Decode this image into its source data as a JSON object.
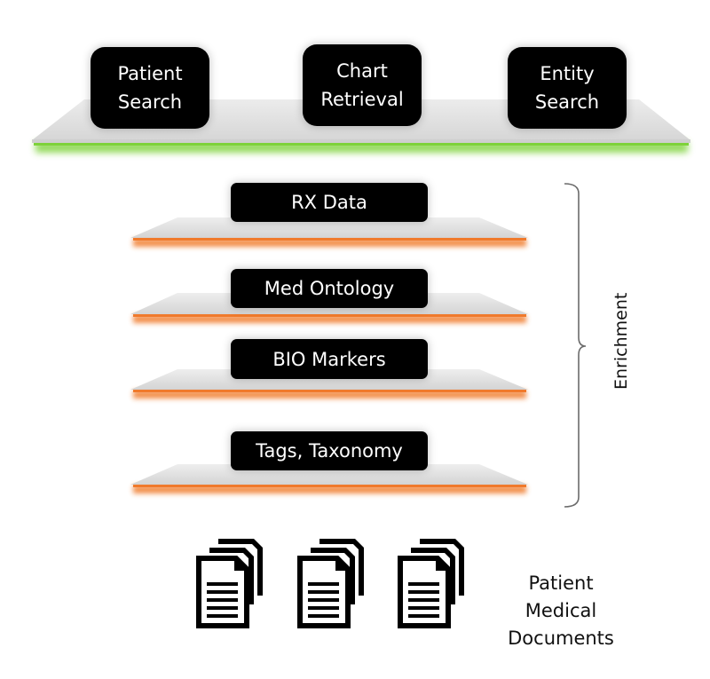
{
  "top_layer": {
    "accent_color": "#7ed23a",
    "boxes": [
      {
        "line1": "Patient",
        "line2": "Search"
      },
      {
        "line1": "Chart",
        "line2": "Retrieval"
      },
      {
        "line1": "Entity",
        "line2": "Search"
      }
    ]
  },
  "enrichment_layers": {
    "accent_color": "#f07a2c",
    "items": [
      {
        "label": "RX Data"
      },
      {
        "label": "Med Ontology"
      },
      {
        "label": "BIO Markers"
      },
      {
        "label": "Tags, Taxonomy"
      }
    ]
  },
  "brace": {
    "label": "Enrichment"
  },
  "documents": {
    "icon": "document-stack-icon",
    "count": 3,
    "label_lines": [
      "Patient",
      "Medical",
      "Documents"
    ]
  }
}
